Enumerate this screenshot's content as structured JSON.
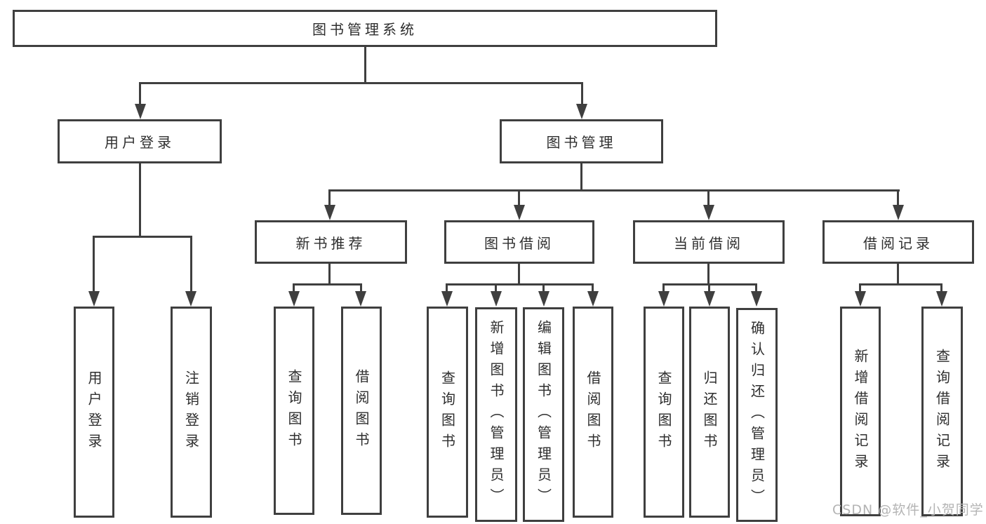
{
  "title": "图书管理系统",
  "colors": {
    "line": "#3f3f3f",
    "text": "#2e2e2e",
    "watermark": "#b4b4b4",
    "bg": "#ffffff"
  },
  "nodes": {
    "root": {
      "label": "图书管理系统"
    },
    "user_login": {
      "label": "用户登录"
    },
    "book_mgmt": {
      "label": "图书管理"
    },
    "new_book_rec": {
      "label": "新书推荐"
    },
    "book_borrow": {
      "label": "图书借阅"
    },
    "current_borrow": {
      "label": "当前借阅"
    },
    "borrow_records": {
      "label": "借阅记录"
    }
  },
  "leaves": {
    "user_login": [
      {
        "label": "用户登录"
      },
      {
        "label": "注销登录"
      }
    ],
    "new_book_rec": [
      {
        "label": "查询图书"
      },
      {
        "label": "借阅图书"
      }
    ],
    "book_borrow": [
      {
        "label": "查询图书"
      },
      {
        "label": "新增图书（管理员）"
      },
      {
        "label": "编辑图书（管理员）"
      },
      {
        "label": "借阅图书"
      }
    ],
    "current_borrow": [
      {
        "label": "查询图书"
      },
      {
        "label": "归还图书"
      },
      {
        "label": "确认归还（管理员）"
      }
    ],
    "borrow_records": [
      {
        "label": "新增借阅记录"
      },
      {
        "label": "查询借阅记录"
      }
    ]
  },
  "watermark": "CSDN @软件_小贺同学"
}
